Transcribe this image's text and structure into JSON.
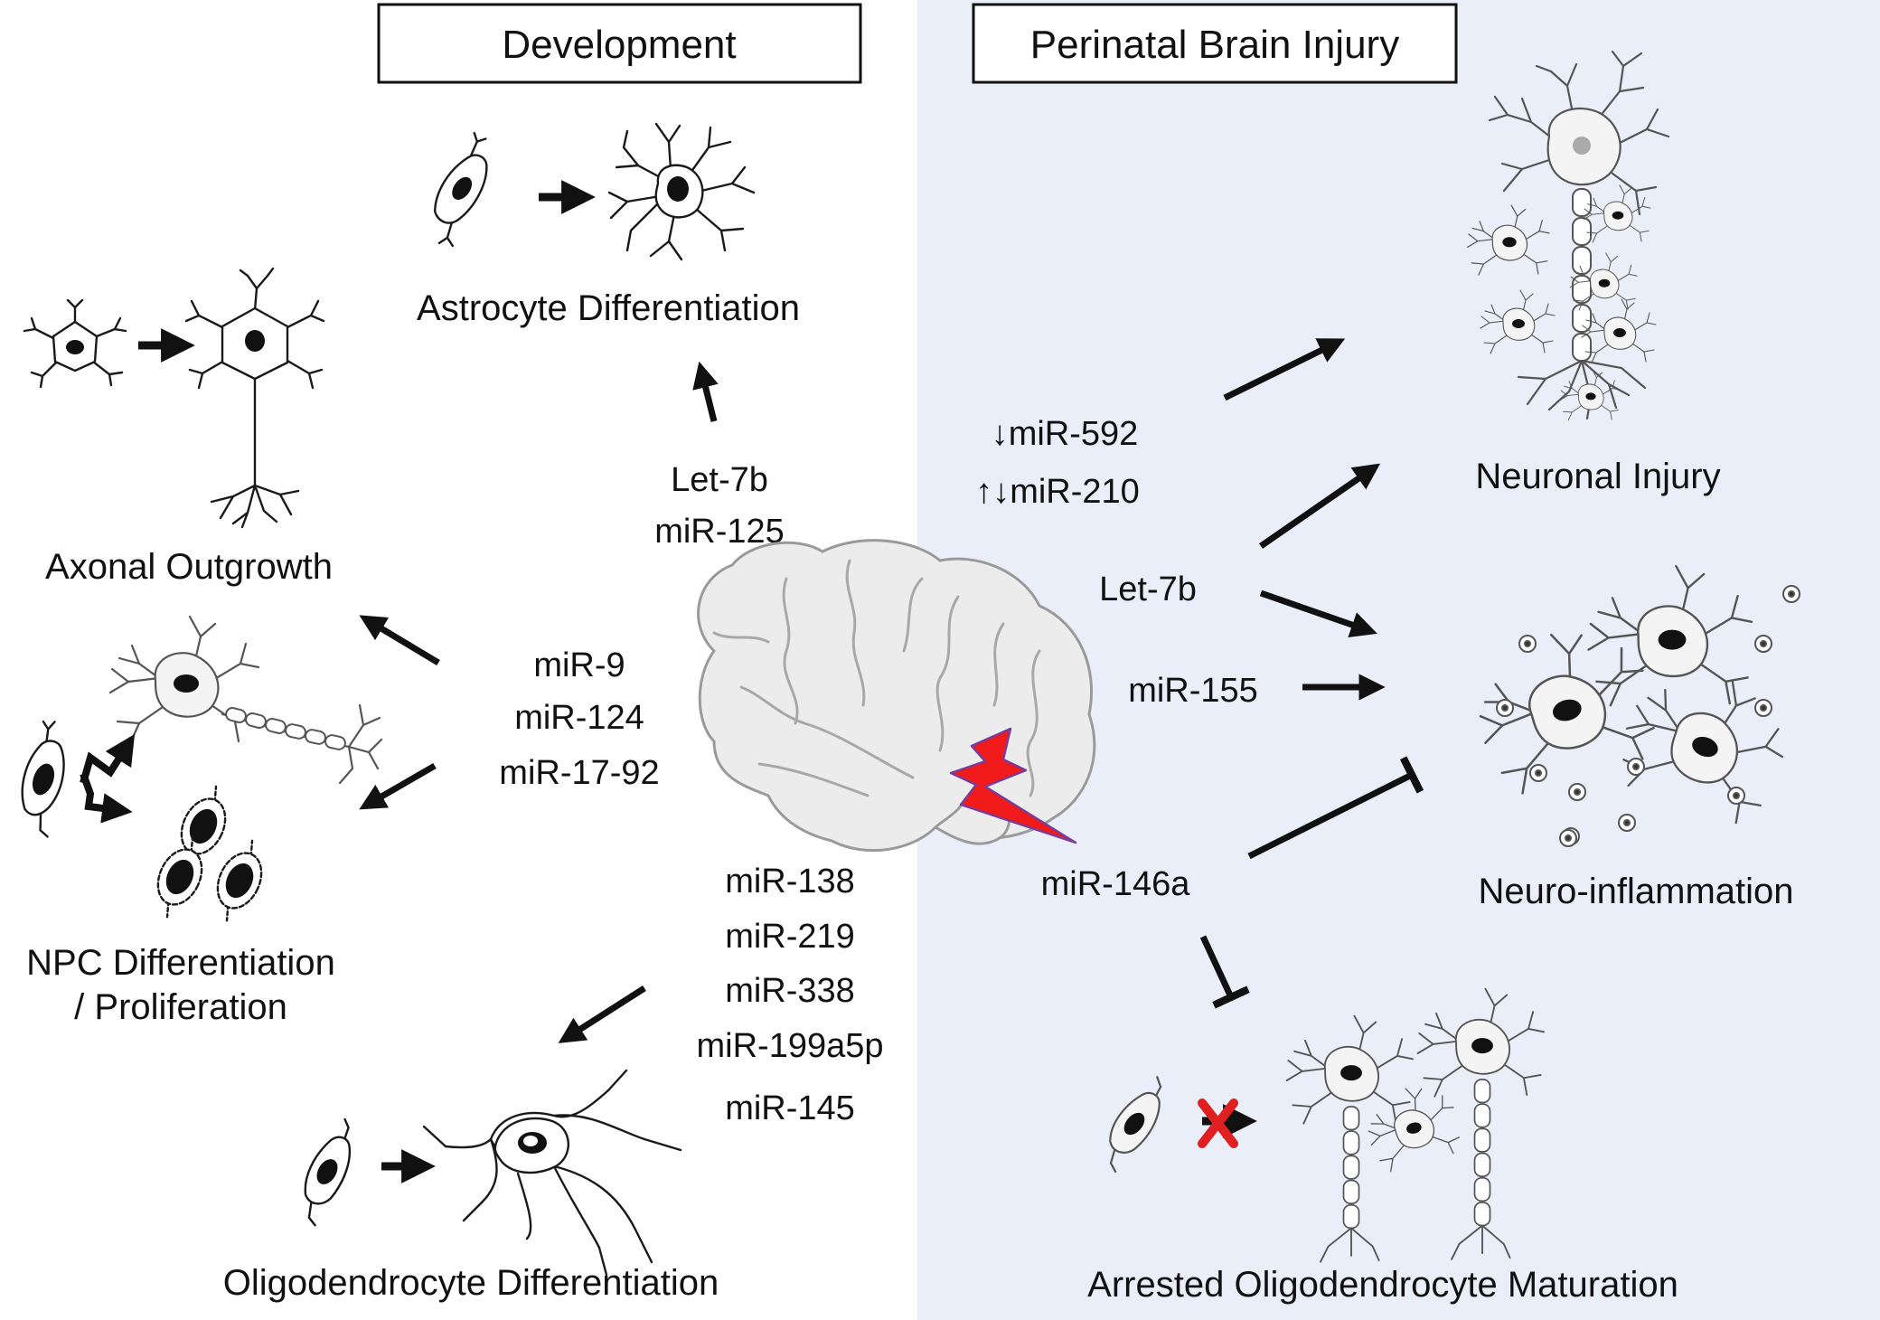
{
  "colors": {
    "injury_panel_bg": "#e9eef8",
    "arrow": "#111111",
    "lightning": "#f11a1a",
    "block_cross": "#e02020"
  },
  "headers": {
    "development": "Development",
    "injury": "Perinatal Brain Injury"
  },
  "development_outcomes": {
    "astrocyte": "Astrocyte Differentiation",
    "axonal": "Axonal Outgrowth",
    "npc_line1": "NPC Differentiation",
    "npc_line2": "/ Proliferation",
    "oligodendrocyte": "Oligodendrocyte Differentiation"
  },
  "development_mirnas": {
    "astrocyte_group": [
      "Let-7b",
      "miR-125"
    ],
    "neuron_group": [
      "miR-9",
      "miR-124",
      "miR-17-92"
    ],
    "oligo_group": [
      "miR-138",
      "miR-219",
      "miR-338",
      "miR-199a5p",
      "miR-145"
    ]
  },
  "injury_outcomes": {
    "neuronal": "Neuronal Injury",
    "inflammation": "Neuro-inflammation",
    "arrested": "Arrested Oligodendrocyte Maturation"
  },
  "injury_mirnas": {
    "mir592": "↓miR-592",
    "mir210": "↑↓miR-210",
    "let7b": "Let-7b",
    "mir155": "miR-155",
    "mir146a": "miR-146a"
  },
  "icons": {
    "brain": "brain-illustration",
    "lightning": "lightning-bolt-icon",
    "block": "red-x-icon"
  }
}
